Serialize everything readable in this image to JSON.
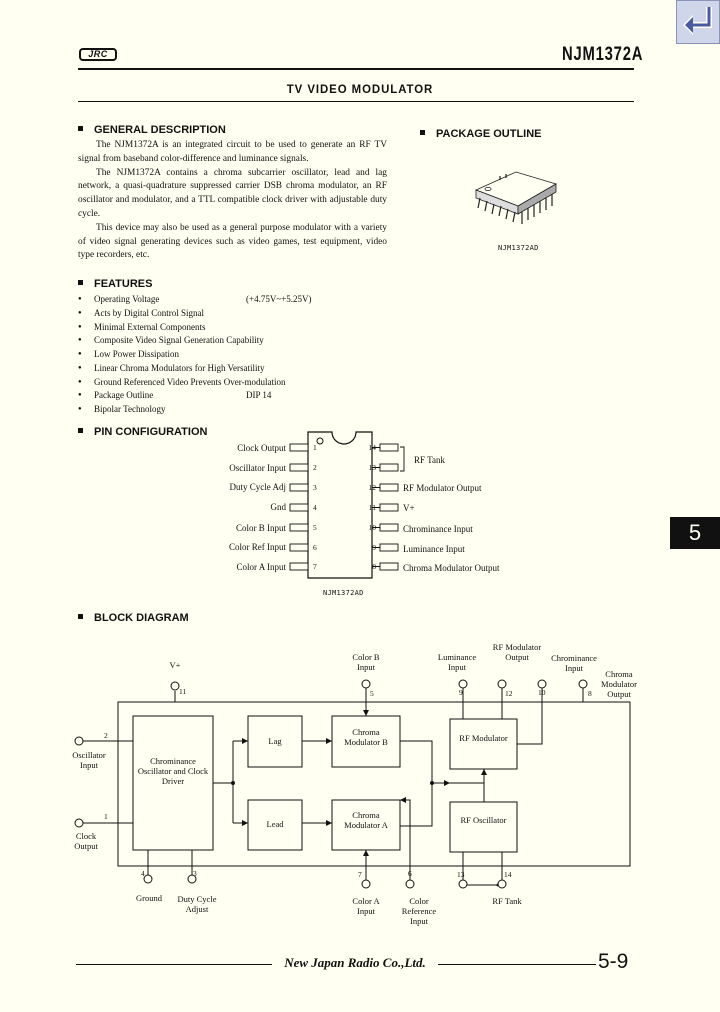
{
  "header": {
    "logo_text": "JRC",
    "part_number": "NJM1372A",
    "title": "TV VIDEO MODULATOR"
  },
  "general_description": {
    "heading": "GENERAL DESCRIPTION",
    "p1": "The NJM1372A is an integrated circuit to be used to generate an RF TV signal from baseband color-difference and luminance signals.",
    "p2": "The NJM1372A contains a chroma subcarrier oscillator, lead and lag network, a quasi-quadrature suppressed carrier DSB chroma modulator, an RF oscillator and modulator, and a TTL compatible clock driver with adjustable duty cycle.",
    "p3": "This device may also be used as a general purpose modulator with a variety of video signal generating devices such as video games, test equipment, video type recorders, etc."
  },
  "package_outline": {
    "heading": "PACKAGE OUTLINE",
    "image_label": "NJM1372AD"
  },
  "features": {
    "heading": "FEATURES",
    "items": [
      {
        "label": "Operating Voltage",
        "value": "(+4.75V~+5.25V)"
      },
      {
        "label": "Acts by Digital Control Signal",
        "value": ""
      },
      {
        "label": "Minimal External Components",
        "value": ""
      },
      {
        "label": "Composite Video Signal Generation Capability",
        "value": ""
      },
      {
        "label": "Low Power Dissipation",
        "value": ""
      },
      {
        "label": "Linear Chroma Modulators for High Versatility",
        "value": ""
      },
      {
        "label": "Ground Referenced Video Prevents Over-modulation",
        "value": ""
      },
      {
        "label": "Package Outline",
        "value": "DIP 14"
      },
      {
        "label": "Bipolar Technology",
        "value": ""
      }
    ]
  },
  "pin_configuration": {
    "heading": "PIN CONFIGURATION",
    "chip_label": "NJM1372AD",
    "left_pins": [
      {
        "num": "1",
        "label": "Clock  Output"
      },
      {
        "num": "2",
        "label": "Oscillator  Input"
      },
      {
        "num": "3",
        "label": "Duty Cycle  Adj"
      },
      {
        "num": "4",
        "label": "Gnd"
      },
      {
        "num": "5",
        "label": "Color B  Input"
      },
      {
        "num": "6",
        "label": "Color Ref  Input"
      },
      {
        "num": "7",
        "label": "Color A  Input"
      }
    ],
    "right_pins": [
      {
        "num": "14",
        "label": ""
      },
      {
        "num": "13",
        "label": ""
      },
      {
        "num": "12",
        "label": "RF Modulator  Output"
      },
      {
        "num": "11",
        "label": "V+"
      },
      {
        "num": "10",
        "label": "Chrominance  Input"
      },
      {
        "num": "9",
        "label": "Luminance  Input"
      },
      {
        "num": "8",
        "label": "Chroma  Modulator  Output"
      }
    ],
    "rf_tank_label": "RF Tank"
  },
  "block_diagram": {
    "heading": "BLOCK DIAGRAM",
    "blocks": {
      "osc": "Chrominance Oscillator and Clock Driver",
      "lag": "Lag",
      "lead": "Lead",
      "chroma_b": "Chroma Modulator B",
      "chroma_a": "Chroma Modulator A",
      "rf_mod": "RF Modulator",
      "rf_osc": "RF Oscillator"
    },
    "terminals": {
      "vplus": "V+",
      "vplus_pin": "11",
      "osc_input": "Oscillator Input",
      "osc_pin": "2",
      "clock_output": "Clock Output",
      "clock_pin": "1",
      "ground": "Ground",
      "ground_pin": "4",
      "duty": "Duty Cycle Adjust",
      "duty_pin": "3",
      "color_b": "Color B Input",
      "color_b_pin": "5",
      "color_a": "Color A Input",
      "color_a_pin": "7",
      "color_ref": "Color Reference Input",
      "color_ref_pin": "6",
      "lum": "Luminance Input",
      "lum_pin": "9",
      "rf_out": "RF Modulator Output",
      "rf_out_pin": "12",
      "chrom_in": "Chrominance Input",
      "chrom_in_pin": "10",
      "chroma_out": "Chroma Modulator Output",
      "chroma_out_pin": "8",
      "rf_tank": "RF Tank",
      "pin13": "13",
      "pin14": "14"
    }
  },
  "side_tab": "5",
  "footer": {
    "company": "New Japan Radio Co.,Ltd.",
    "page": "5-9"
  }
}
